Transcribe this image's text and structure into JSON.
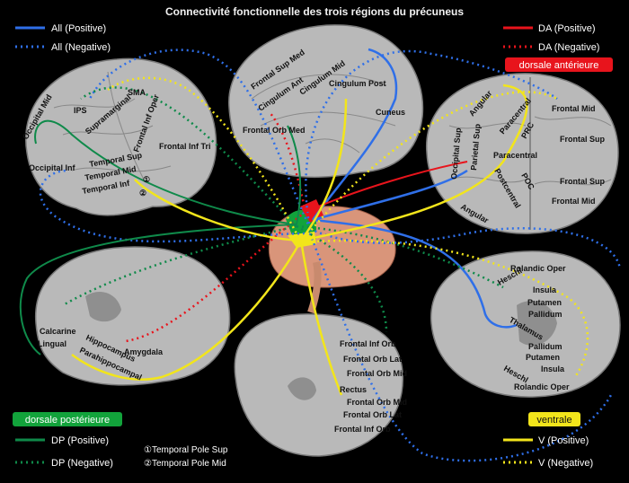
{
  "title": "Connectivité fonctionnelle des trois régions du précuneus",
  "colors": {
    "all": "#2f6fe8",
    "da": "#e8141c",
    "dp": "#0f8a4a",
    "v": "#f2e51b",
    "brain": "#b9b9b9",
    "center_brain": "#d9957a"
  },
  "legend": {
    "all_pos": "All (Positive)",
    "all_neg": "All (Negative)",
    "da_pos": "DA (Positive)",
    "da_neg": "DA (Negative)",
    "da_group": "dorsale antérieure",
    "dp_group": "dorsale postérieure",
    "dp_pos": "DP (Positive)",
    "dp_neg": "DP (Negative)",
    "v_group": "ventrale",
    "v_pos": "V (Positive)",
    "v_neg": "V (Negative)"
  },
  "footnotes": {
    "n1": "①Temporal Pole Sup",
    "n2": "②Temporal Pole Mid"
  },
  "regions": {
    "lateral": {
      "ips": "IPS",
      "sma": "SMA",
      "supramarginal": "Supramarginal",
      "frontal_inf_oper": "Frontal Inf Oper",
      "occipital_mid": "Occipital Mid",
      "frontal_inf_tri": "Frontal Inf Tri",
      "temporal_sup": "Temporal Sup",
      "temporal_mid": "Temporal Mid",
      "temporal_inf": "Temporal Inf",
      "occipital_inf": "Occipital Inf",
      "c1": "①",
      "c2": "②"
    },
    "medial_top": {
      "frontal_sup_med": "Frontal Sup Med",
      "cingulum_mid": "Cingulum Mid",
      "cingulum_ant": "Cingulum Ant",
      "cingulum_post": "Cingulum Post",
      "cuneus": "Cuneus",
      "frontal_orb_med": "Frontal Orb Med"
    },
    "dorsal": {
      "angular_top": "Angular",
      "paracentral_lobule": "Paracentral",
      "prc": "PRC",
      "parietal_sup": "Parietal Sup",
      "occipital_sup": "Occipital Sup",
      "paracentral": "Paracentral",
      "postcentral": "Postcentral",
      "poc": "POC",
      "angular_bottom": "Angular",
      "frontal_mid_1": "Frontal Mid",
      "frontal_sup_1": "Frontal Sup",
      "frontal_sup_2": "Frontal Sup",
      "frontal_mid_2": "Frontal Mid"
    },
    "sagittal": {
      "calcarine": "Calcarine",
      "lingual": "Lingual",
      "hippocampus": "Hippocampus",
      "parahippocampal": "Parahippocampal",
      "amygdala": "Amygdala"
    },
    "ventral": {
      "frontal_inf_orb_1": "Frontal Inf Orb",
      "frontal_orb_lat_1": "Frontal Orb Lat",
      "frontal_orb_mid_1": "Frontal Orb Mid",
      "rectus": "Rectus",
      "frontal_orb_mid_2": "Frontal Orb Mid",
      "frontal_orb_lat_2": "Frontal Orb Lat",
      "frontal_inf_orb_2": "Frontal Inf Orb"
    },
    "axial": {
      "rolandic_oper_1": "Rolandic Oper",
      "heschl_1": "Heschl",
      "insula_1": "Insula",
      "putamen_1": "Putamen",
      "pallidum_1": "Pallidum",
      "thalamus": "Thalamus",
      "pallidum_2": "Pallidum",
      "putamen_2": "Putamen",
      "insula_2": "Insula",
      "heschl_2": "Heschl",
      "rolandic_oper_2": "Rolandic Oper"
    }
  }
}
